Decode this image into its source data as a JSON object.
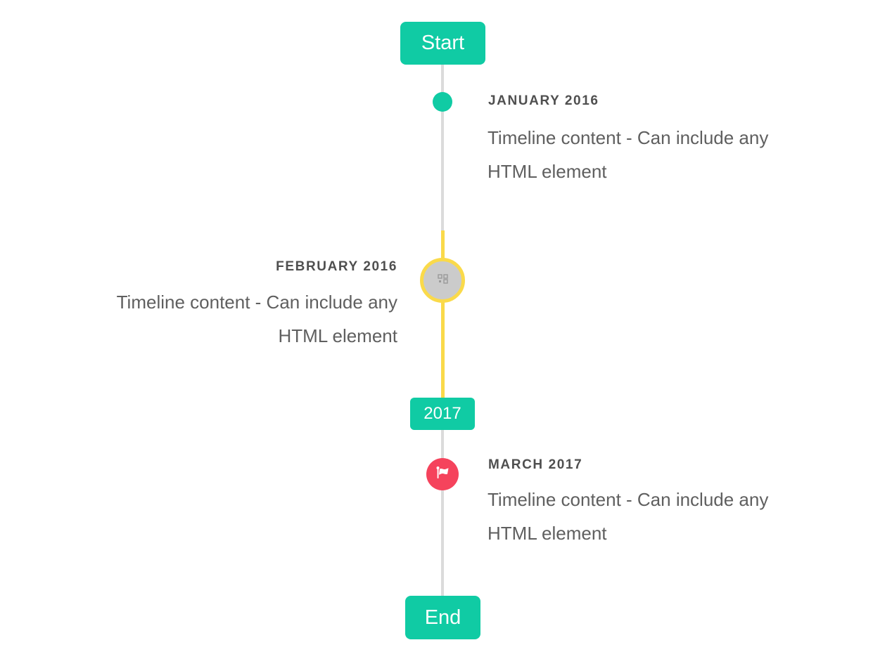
{
  "timeline": {
    "start_label": "Start",
    "year_divider": "2017",
    "end_label": "End",
    "colors": {
      "accent_teal": "#10cba4",
      "highlight_yellow": "#fada4a",
      "marker_red": "#f5435c",
      "line_gray": "#dbdbdb",
      "image_circle_gray": "#cbcbcb",
      "date_text": "#4f4f4f",
      "body_text": "#5f5f5f"
    },
    "events": [
      {
        "date": "JANUARY 2016",
        "side": "right",
        "marker": "teal-dot",
        "lines": [
          "Timeline content - Can include any",
          "HTML element"
        ]
      },
      {
        "date": "FEBRUARY 2016",
        "side": "left",
        "marker": "image-circle-broken-image",
        "lines": [
          "Timeline content - Can include any",
          "HTML element"
        ]
      },
      {
        "date": "MARCH 2017",
        "side": "right",
        "marker": "flag-circle",
        "lines": [
          "Timeline content - Can include any",
          "HTML element"
        ]
      }
    ]
  }
}
